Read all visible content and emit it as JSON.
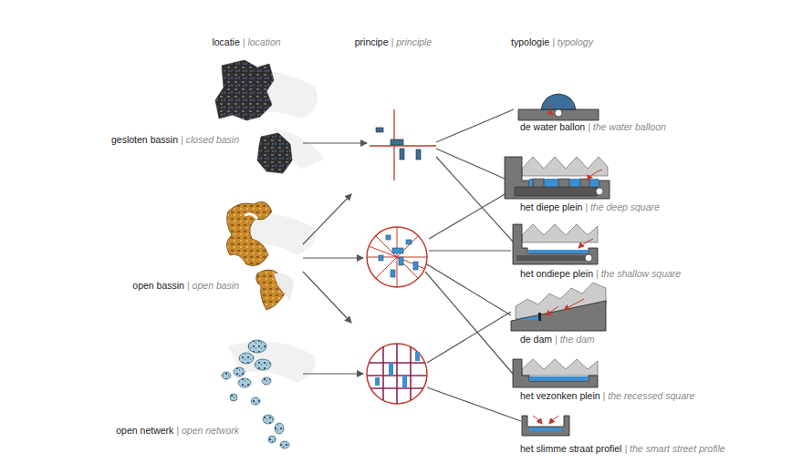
{
  "diagram": {
    "nodes": [
      {
        "text": [
          "gesloten bassin",
          "| closed basin"
        ]
      },
      {
        "text": [
          "open bassin",
          "| open basin"
        ]
      },
      {
        "text": [
          "open netwerk",
          "| open network"
        ]
      },
      {
        "text": [
          "de water ballon",
          "| the water balloon"
        ]
      },
      {
        "text": [
          "het diepe plein",
          "| the deep square"
        ]
      },
      {
        "text": [
          "het ondiepe plein",
          "| the shallow square"
        ]
      },
      {
        "text": [
          "de dam",
          "| the dam"
        ]
      },
      {
        "text": [
          "het vezonken plein",
          "| the recessed square"
        ]
      },
      {
        "text": [
          "het slimme straat profiel",
          "| the smart street profile"
        ]
      }
    ],
    "labels": [
      "locatie",
      "| location",
      "principe",
      "| principle",
      "typologie",
      "| typology"
    ]
  }
}
